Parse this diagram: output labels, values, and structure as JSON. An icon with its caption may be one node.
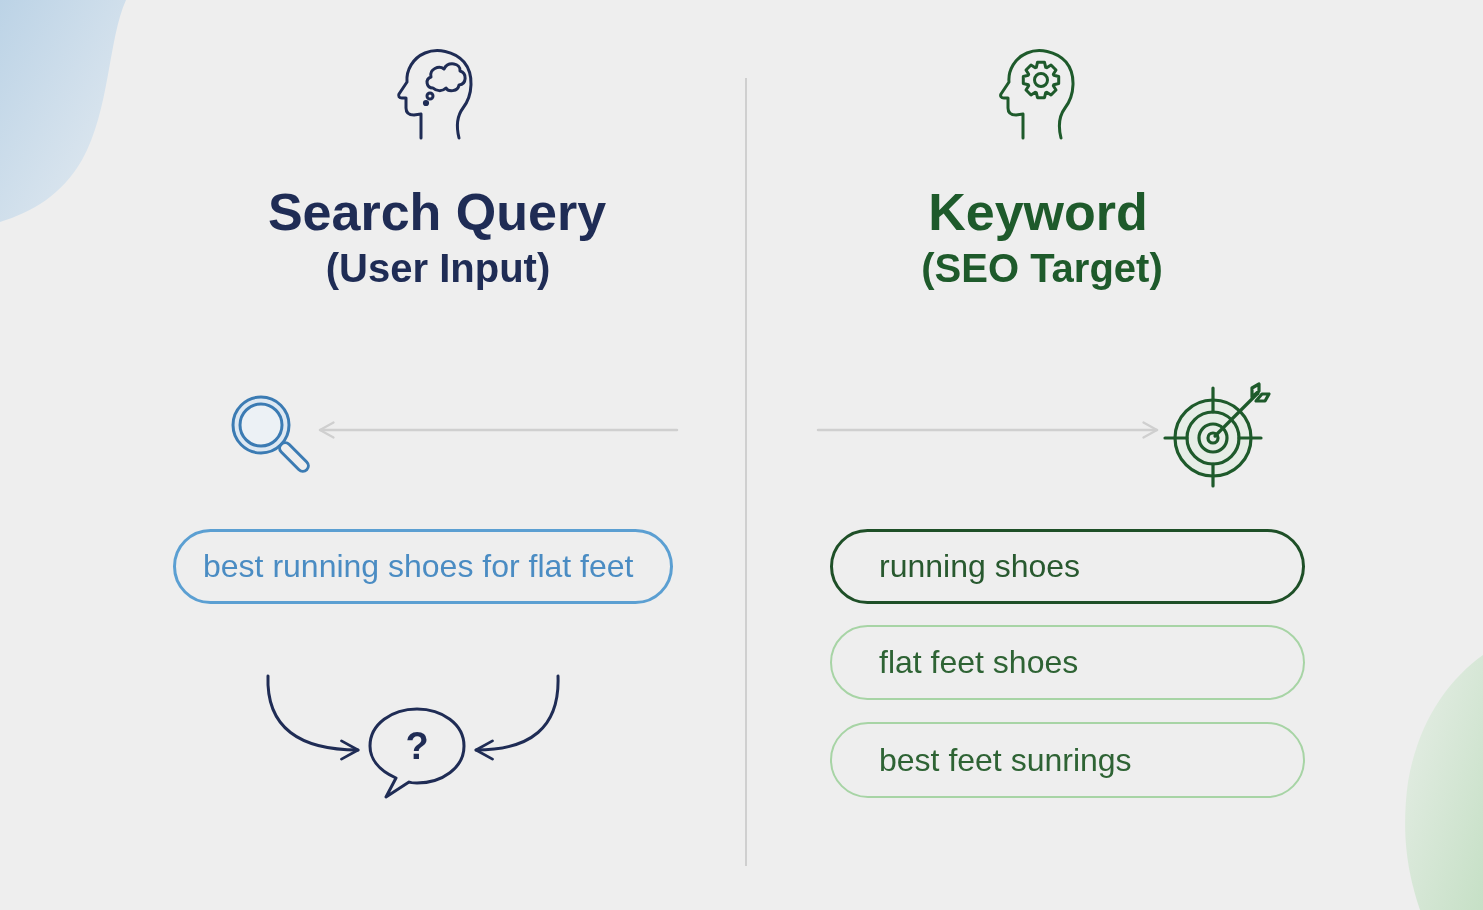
{
  "diagram": {
    "nodes": [
      {
        "text": [],
        "shape": "picture"
      },
      {
        "text": [
          "best running shoes for flat feet"
        ]
      },
      {
        "text": [
          "?"
        ]
      },
      {
        "text": [],
        "shape": "picture"
      },
      {
        "text": [
          "running shoes"
        ]
      },
      {
        "text": [
          "flat feet shoes"
        ]
      },
      {
        "text": [
          "best feet sunrings"
        ]
      }
    ],
    "edges": [
      {
        "from": null,
        "to": 0,
        "arrow": "to",
        "color": "#cfcfcf"
      },
      {
        "from": null,
        "to": 3,
        "arrow": "to",
        "color": "#cfcfcf"
      },
      {
        "from": null,
        "to": 2,
        "arrow": "to",
        "color": "#1f2c55"
      },
      {
        "from": null,
        "to": 2,
        "arrow": "to",
        "color": "#1f2c55"
      }
    ],
    "labels": [
      "Search Query",
      "(User Input)",
      "Keyword",
      "(SEO Target)"
    ]
  }
}
